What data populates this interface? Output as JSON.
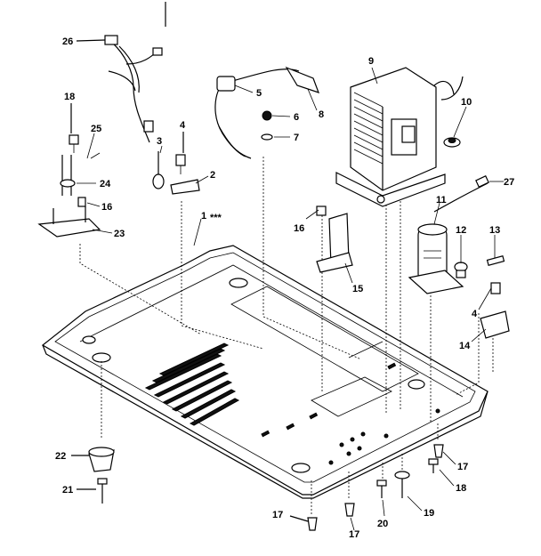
{
  "diagram": {
    "callouts": {
      "c26": "26",
      "c18a": "18",
      "c25": "25",
      "c3": "3",
      "c4a": "4",
      "c24": "24",
      "c16a": "16",
      "c2": "2",
      "c23": "23",
      "c5": "5",
      "c6": "6",
      "c7": "7",
      "c8": "8",
      "c9": "9",
      "c10": "10",
      "c27": "27",
      "c1": "1",
      "c16b": "16",
      "c11": "11",
      "c12": "12",
      "c13": "13",
      "c15": "15",
      "c4b": "4",
      "c14": "14",
      "c22": "22",
      "c21": "21",
      "c17a": "17",
      "c18b": "18",
      "c17b": "17",
      "c17c": "17",
      "c20": "20",
      "c19": "19"
    },
    "stars": "***"
  }
}
